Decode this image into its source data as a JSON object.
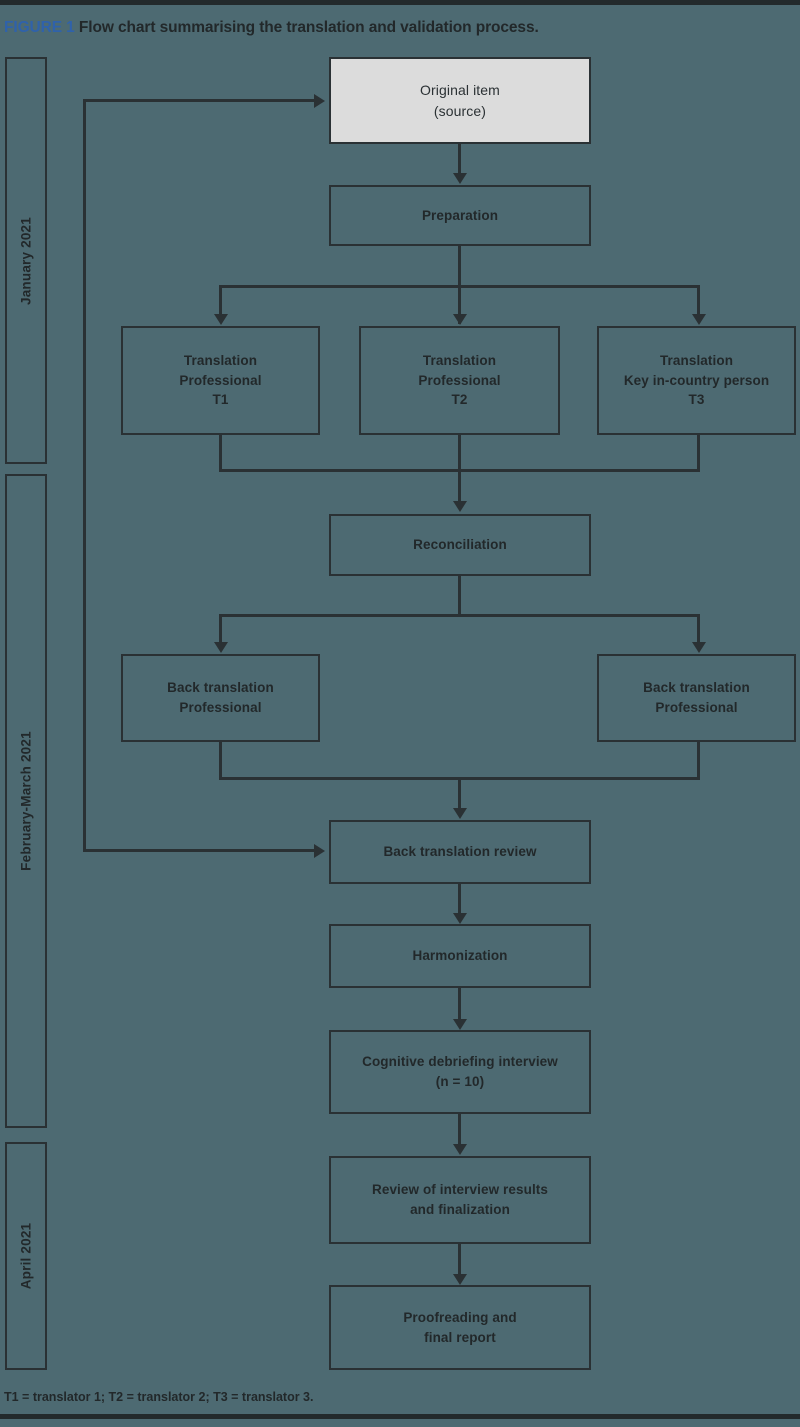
{
  "figure": {
    "label": "FIGURE 1",
    "caption": "Flow chart summarising the translation and validation process.",
    "footnote": "T1 = translator 1; T2 = translator 2; T3 = translator 3.",
    "label_color": "#2f62ab",
    "background_color": "#4d6a72",
    "line_color": "#2a3134",
    "text_color": "#22282a",
    "source_box_fill": "#dcdcdc"
  },
  "timeline": {
    "periods": [
      {
        "label": "January 2021"
      },
      {
        "label": "February-March 2021"
      },
      {
        "label": "April 2021"
      }
    ]
  },
  "flow": {
    "nodes": [
      {
        "id": "original-item",
        "text": "Original item\n(source)"
      },
      {
        "id": "preparation",
        "text": "Preparation"
      },
      {
        "id": "translation-t1",
        "text": "Translation\nProfessional\nT1"
      },
      {
        "id": "translation-t2",
        "text": "Translation\nProfessional\nT2"
      },
      {
        "id": "translation-t3",
        "text": "Translation\nKey in-country person\nT3"
      },
      {
        "id": "reconciliation",
        "text": "Reconciliation"
      },
      {
        "id": "back-translation-left",
        "text": "Back translation\nProfessional"
      },
      {
        "id": "back-translation-right",
        "text": "Back translation\nProfessional"
      },
      {
        "id": "back-translation-review",
        "text": "Back translation review"
      },
      {
        "id": "harmonization",
        "text": "Harmonization"
      },
      {
        "id": "cognitive-debriefing",
        "text": "Cognitive debriefing interview\n(n = 10)"
      },
      {
        "id": "review-finalization",
        "text": "Review of interview results\nand finalization"
      },
      {
        "id": "proofreading",
        "text": "Proofreading and\nfinal report"
      }
    ]
  }
}
